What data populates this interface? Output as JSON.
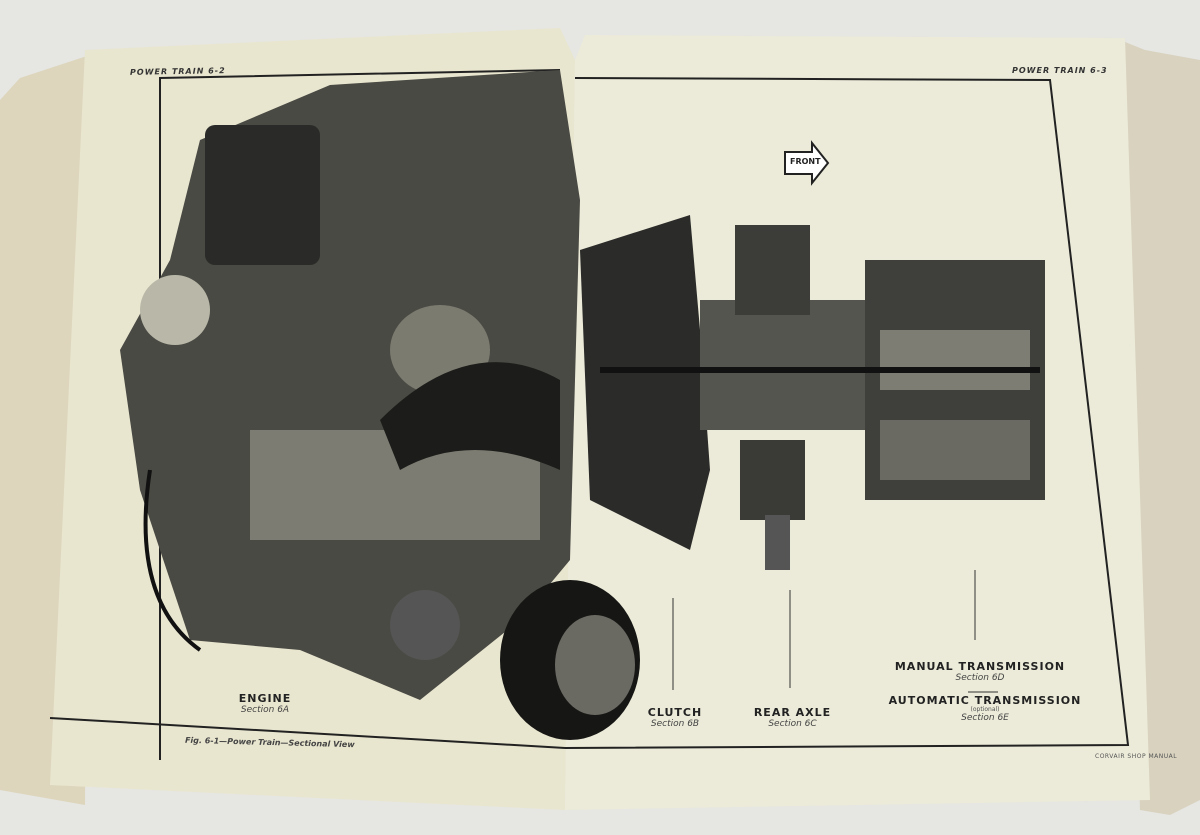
{
  "left_page": {
    "header": "POWER TRAIN 6-2",
    "caption": "Fig. 6-1—Power Train—Sectional View",
    "engine_label": "ENGINE",
    "engine_section": "Section 6A"
  },
  "right_page": {
    "header": "POWER TRAIN 6-3",
    "front_arrow": "FRONT",
    "clutch_label": "CLUTCH",
    "clutch_section": "Section 6B",
    "rear_axle_label": "REAR AXLE",
    "rear_axle_section": "Section 6C",
    "manual_label": "MANUAL TRANSMISSION",
    "manual_section": "Section 6D",
    "automatic_label": "AUTOMATIC TRANSMISSION",
    "automatic_note": "(optional)",
    "automatic_section": "Section 6E",
    "footer": "CORVAIR SHOP MANUAL"
  }
}
